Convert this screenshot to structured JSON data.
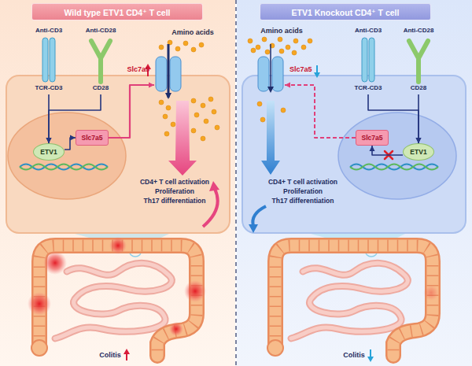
{
  "diagram": {
    "nodes": [
      {
        "text": [
          "Wild type ETV1 CD4⁺ T cell"
        ]
      },
      {
        "text": [
          "Anti-CD3",
          "TCR-CD3"
        ],
        "in": 0
      },
      {
        "text": [
          "Anti-CD28",
          "CD28"
        ],
        "in": 0
      },
      {
        "text": [
          "Slc7a5"
        ],
        "in": 0
      },
      {
        "text": [
          "ETV1"
        ],
        "in": 0
      },
      {
        "text": [
          "Slc7a5"
        ],
        "in": 0
      },
      {
        "text": [
          "ETV1 Knockout CD4⁺ T cell"
        ]
      },
      {
        "text": [
          "Slc7a5"
        ],
        "in": 6
      },
      {
        "text": [
          "Anti-CD3",
          "TCR-CD3"
        ],
        "in": 6
      },
      {
        "text": [
          "Anti-CD28",
          "CD28"
        ],
        "in": 6
      },
      {
        "text": [
          "Slc7a5"
        ],
        "in": 6
      },
      {
        "text": [
          "ETV1"
        ],
        "in": 6
      }
    ],
    "edges": [
      {
        "from": 1,
        "to": 4,
        "arrow": "to"
      },
      {
        "from": 2,
        "to": 4,
        "arrow": "to"
      },
      {
        "from": 4,
        "to": 5,
        "arrow": "to"
      },
      {
        "from": 5,
        "to": 3,
        "arrow": "to"
      },
      {
        "from": 8,
        "to": 11,
        "arrow": "to"
      },
      {
        "from": 9,
        "to": 11,
        "arrow": "to"
      },
      {
        "from": 11,
        "to": 10,
        "arrow": "to"
      },
      {
        "from": 10,
        "to": 7,
        "arrow": "to"
      }
    ],
    "labels": [
      "Amino acids",
      "CD4+ T cell activation",
      "Proliferation",
      "Th17 differentiation",
      "Colitis",
      "Amino acids",
      "CD4+ T cell activation",
      "Proliferation",
      "Th17 differentiation",
      "Colitis"
    ]
  }
}
